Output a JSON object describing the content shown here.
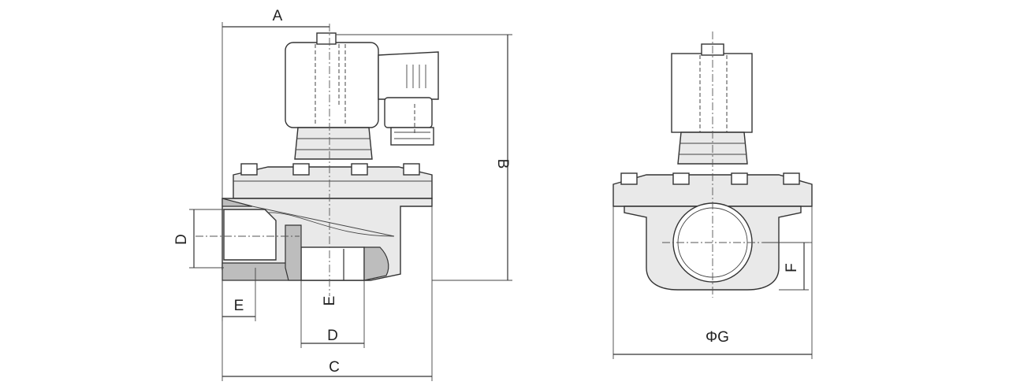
{
  "dimensions": {
    "A": "A",
    "B": "B",
    "C": "C",
    "D_side": "D",
    "D_bottom": "D",
    "E_side": "E",
    "E_bottom": "E",
    "F": "F",
    "G": "ΦG"
  },
  "colors": {
    "line": "#333333",
    "body_fill": "#e9e9e9",
    "section_fill": "#bdbdbd"
  }
}
